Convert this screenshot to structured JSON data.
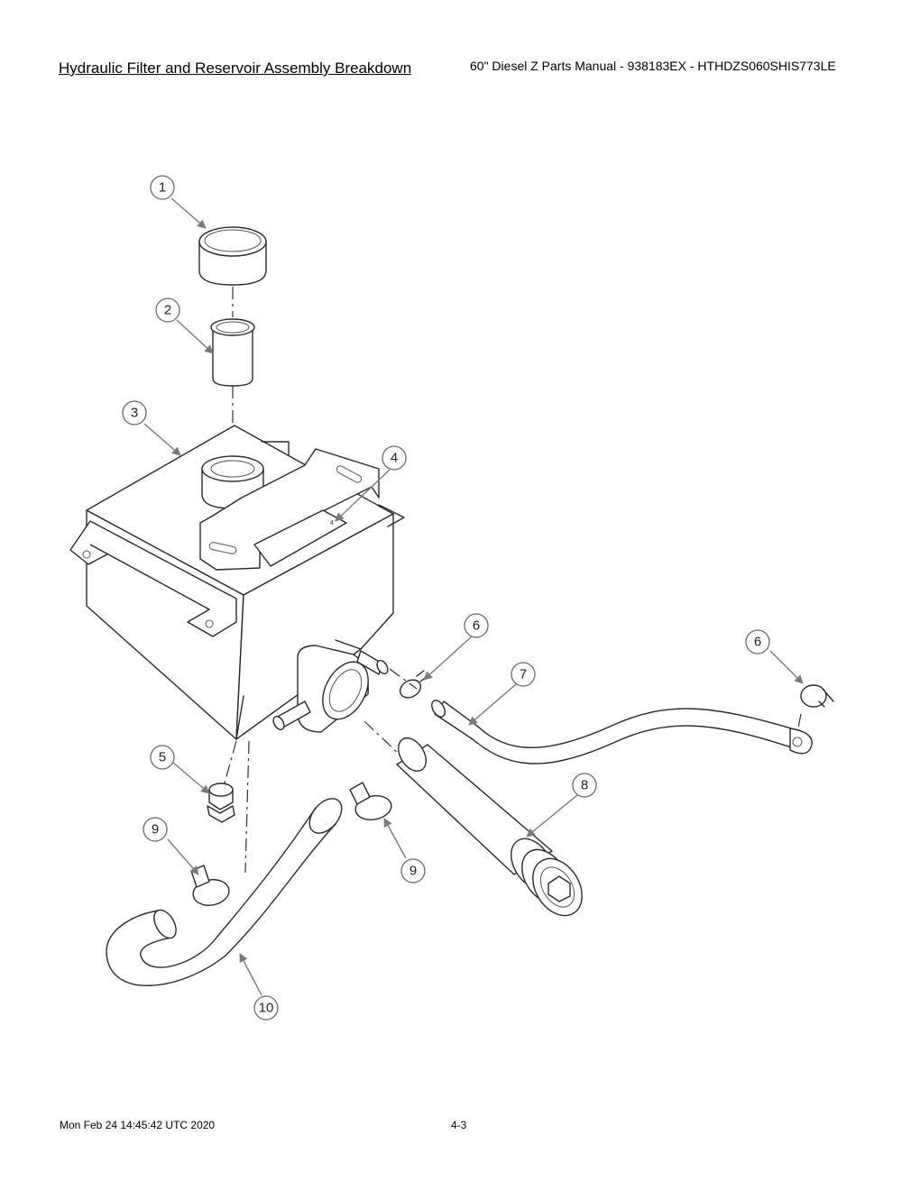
{
  "header": {
    "title": "Hydraulic Filter and Reservoir Assembly Breakdown",
    "manual": "60\" Diesel Z Parts Manual - 938183EX - HTHDZS060SHIS773LE"
  },
  "footer": {
    "date": "Mon Feb 24 14:45:42 UTC 2020",
    "page": "4-3"
  },
  "callouts": {
    "c1": "1",
    "c2": "2",
    "c3": "3",
    "c4": "4",
    "c5": "5",
    "c6a": "6",
    "c6b": "6",
    "c7": "7",
    "c8": "8",
    "c9a": "9",
    "c9b": "9",
    "c10": "10"
  },
  "label_plate": "4"
}
